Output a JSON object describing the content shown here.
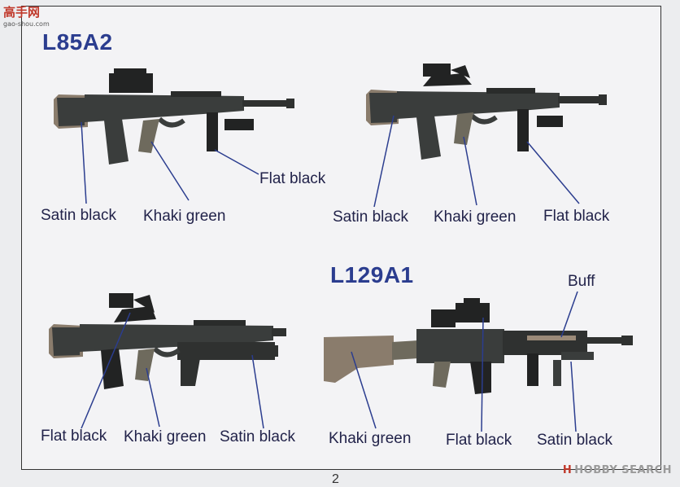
{
  "watermark_top": {
    "text": "高手网",
    "sub": "gao-shou.com"
  },
  "watermark_bottom": {
    "icon": "H",
    "text": "HOBBY SEARCH"
  },
  "page_number": "2",
  "sections": {
    "l85a2_title": "L85A2",
    "l129a1_title": "L129A1"
  },
  "labels": {
    "g1_satin": "Satin black",
    "g1_khaki": "Khaki green",
    "g1_flat": "Flat black",
    "g2_satin": "Satin black",
    "g2_khaki": "Khaki green",
    "g2_flat": "Flat black",
    "g3_flat": "Flat black",
    "g3_khaki": "Khaki green",
    "g3_satin": "Satin black",
    "g4_buff": "Buff",
    "g4_khaki": "Khaki green",
    "g4_flat": "Flat black",
    "g4_satin": "Satin black"
  },
  "colors": {
    "title": "#2b3d8f",
    "leader": "#2b3d8f",
    "satin_black": "#3a3d3c",
    "flat_black": "#222323",
    "khaki_green": "#6e6a5d",
    "buff": "#9b8a78",
    "stock_tan": "#8a7c6c"
  }
}
